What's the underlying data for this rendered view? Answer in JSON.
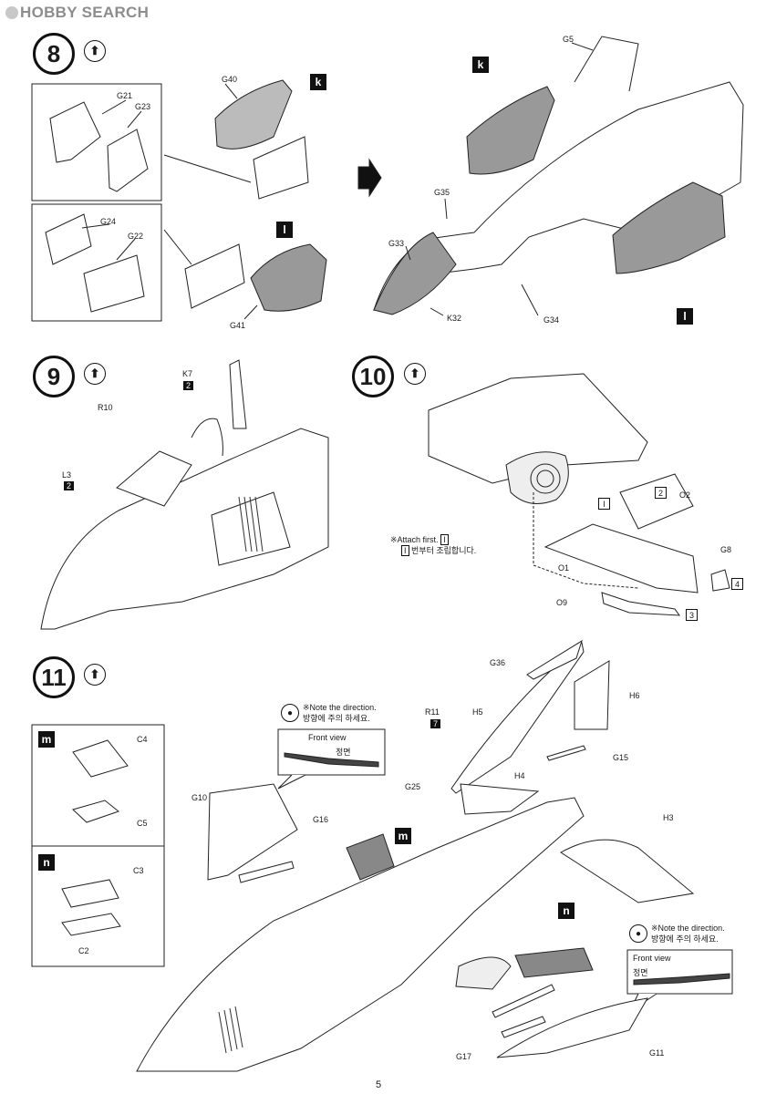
{
  "watermark": {
    "text": "HOBBY SEARCH"
  },
  "steps": {
    "s8": {
      "number": "8",
      "labels": [
        "G40",
        "G21",
        "G23",
        "G24",
        "G22",
        "G41",
        "G5",
        "G35",
        "G33",
        "K32",
        "G34"
      ],
      "badges": [
        "k",
        "l",
        "k",
        "l"
      ]
    },
    "s9": {
      "number": "9",
      "labels": [
        "R10",
        "K7",
        "L3"
      ],
      "tri_nums": [
        "2",
        "2"
      ]
    },
    "s10": {
      "number": "10",
      "labels": [
        "O2",
        "G8",
        "O1",
        "O9"
      ],
      "box_nums": [
        "2",
        "4",
        "3"
      ],
      "badge": "I",
      "note_en": "※Attach  first.",
      "note_en_box": "I",
      "note_ko": " 번부터 조립합니다.",
      "note_ko_box": "I"
    },
    "s11": {
      "number": "11",
      "labels": [
        "C4",
        "C5",
        "C3",
        "C2",
        "G36",
        "H6",
        "R11",
        "H5",
        "G15",
        "G25",
        "H4",
        "G10",
        "G16",
        "H3",
        "G17",
        "G11"
      ],
      "badges": [
        "m",
        "n",
        "m",
        "n"
      ],
      "tri_num": "7",
      "note1_en": "※Note the direction.",
      "note1_ko": "방향에 주의 하세요.",
      "front1": "Front view",
      "front1_ko": "정면",
      "note2_en": "※Note the direction.",
      "note2_ko": "방향에 주의 하세요.",
      "front2": "Front view",
      "front2_ko": "정면"
    }
  },
  "page_number": "5"
}
